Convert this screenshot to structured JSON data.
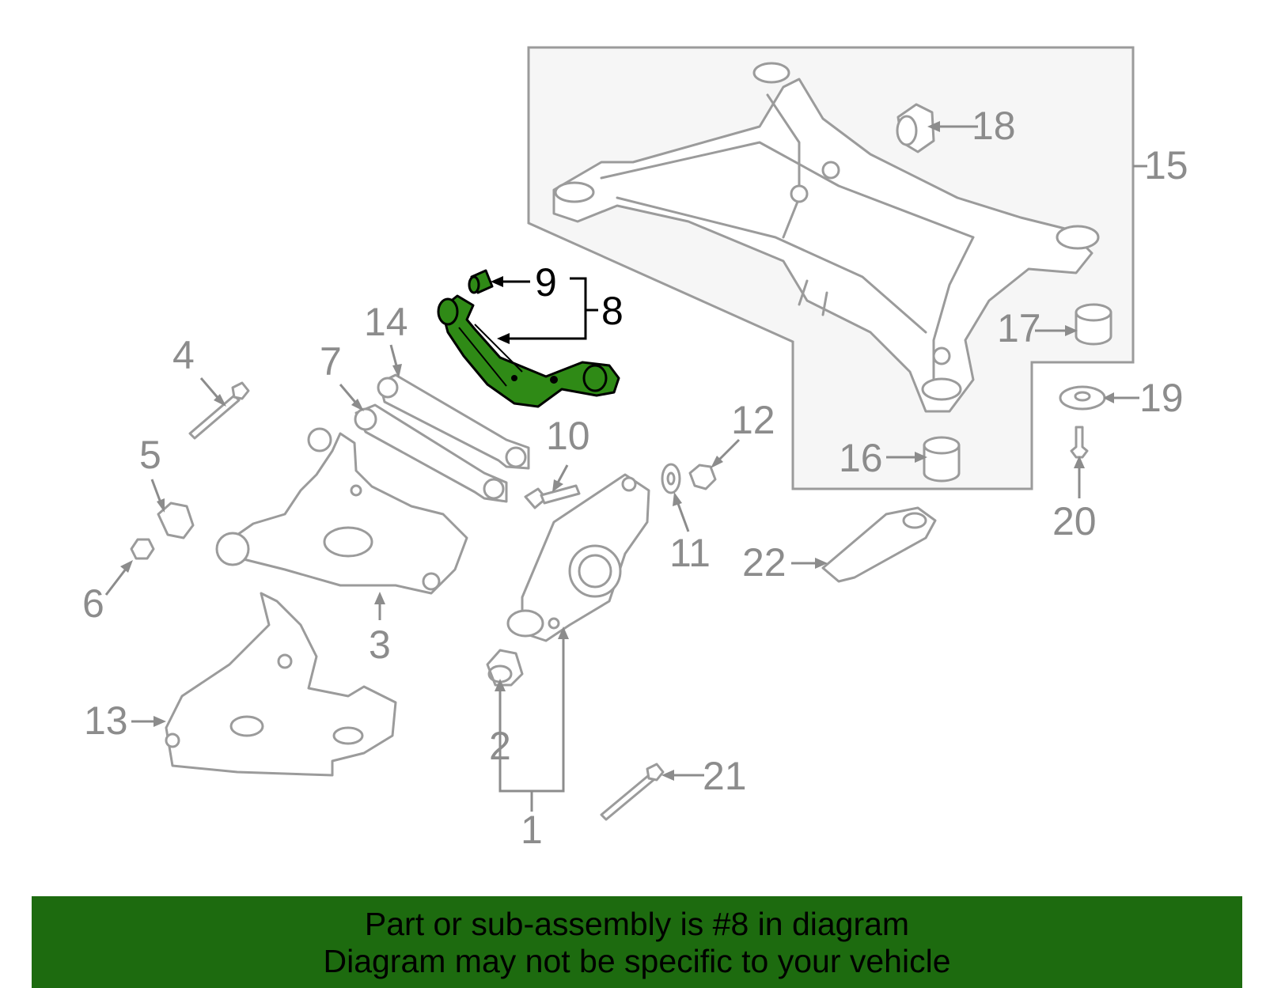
{
  "callouts": {
    "c1": "1",
    "c2": "2",
    "c3": "3",
    "c4": "4",
    "c5": "5",
    "c6": "6",
    "c7": "7",
    "c8": "8",
    "c9": "9",
    "c10": "10",
    "c11": "11",
    "c12": "12",
    "c13": "13",
    "c14": "14",
    "c15": "15",
    "c16": "16",
    "c17": "17",
    "c18": "18",
    "c19": "19",
    "c20": "20",
    "c21": "21",
    "c22": "22"
  },
  "highlighted_part": "8",
  "colors": {
    "highlight": "#2f8a16",
    "banner": "#1d6b0f",
    "lineart": "#9b9b9b"
  },
  "banner": {
    "line1": "Part or sub-assembly is #8 in diagram",
    "line2": "Diagram may not be specific to your vehicle"
  }
}
